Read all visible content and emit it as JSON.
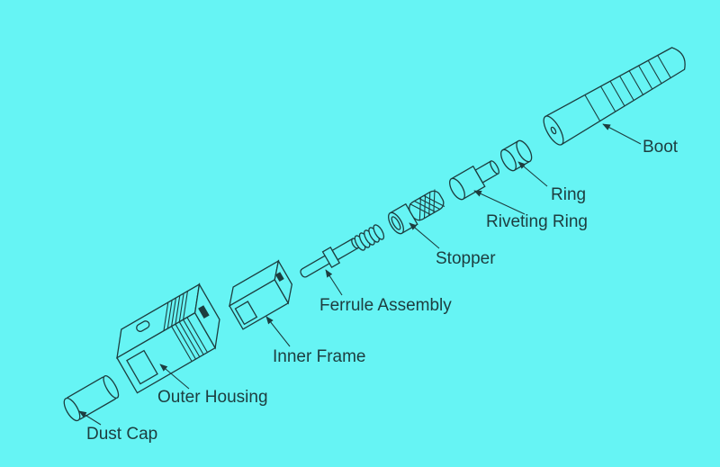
{
  "diagram": {
    "labels": {
      "boot": "Boot",
      "ring": "Ring",
      "riveting_ring": "Riveting Ring",
      "stopper": "Stopper",
      "ferrule_assembly": "Ferrule Assembly",
      "inner_frame": "Inner Frame",
      "outer_housing": "Outer Housing",
      "dust_cap": "Dust Cap"
    },
    "colors": {
      "background": "#66f4f4",
      "line": "#1d3d3f"
    }
  }
}
